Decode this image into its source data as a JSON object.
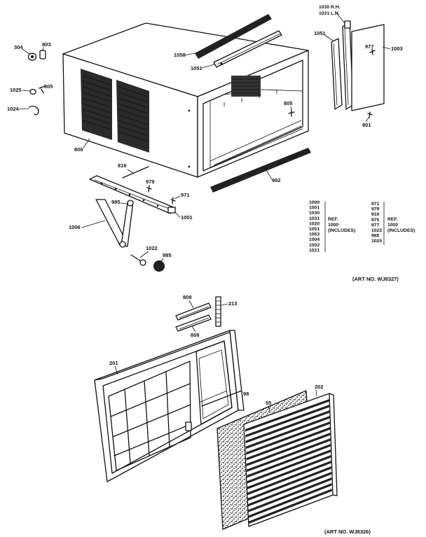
{
  "callouts": {
    "top_bar_a": "1030 R.H.",
    "top_bar_b": "1031 L.H.",
    "seal_top": "1050",
    "rail_top": "1051",
    "side_channel": "1051",
    "side_panel": "1003",
    "screw_panel": "977",
    "screw_panel_low": "801",
    "knob_a": "304",
    "knob_b": "803",
    "clip_a": "1025",
    "clip_b": "805",
    "clip_c": "1024",
    "cabinet": "808",
    "bracket_screw": "805",
    "rod": "816",
    "rod_screw": "979",
    "screw_971": "971",
    "bracket_left": "985",
    "support_bracket": "1006",
    "brace_rail": "1001",
    "foot_screw": "1022",
    "foot_pad": "985",
    "bottom_seal": "982",
    "grille_bar_a": "808",
    "grille_bar_b": "808",
    "grille_pin": "213",
    "grille_frame": "201",
    "filter_frame": "98",
    "filter": "55",
    "front_grille": "202"
  },
  "ref_groups": {
    "left": {
      "numbers": [
        "1000",
        "1001",
        "1030",
        "1031",
        "1020",
        "1051",
        "1053",
        "1004",
        "1002",
        "1021"
      ],
      "text": [
        "REF.",
        "1000",
        "(INCLUDES)"
      ]
    },
    "right": {
      "numbers": [
        "971",
        "979",
        "916",
        "975",
        "977",
        "1022",
        "985",
        "1025"
      ],
      "text": [
        "REF.",
        "1000",
        "(INCLUDES)"
      ]
    }
  },
  "art_labels": {
    "top": "(ART NO. WJ8327)",
    "bottom": "(ART NO. WJ8326)"
  }
}
